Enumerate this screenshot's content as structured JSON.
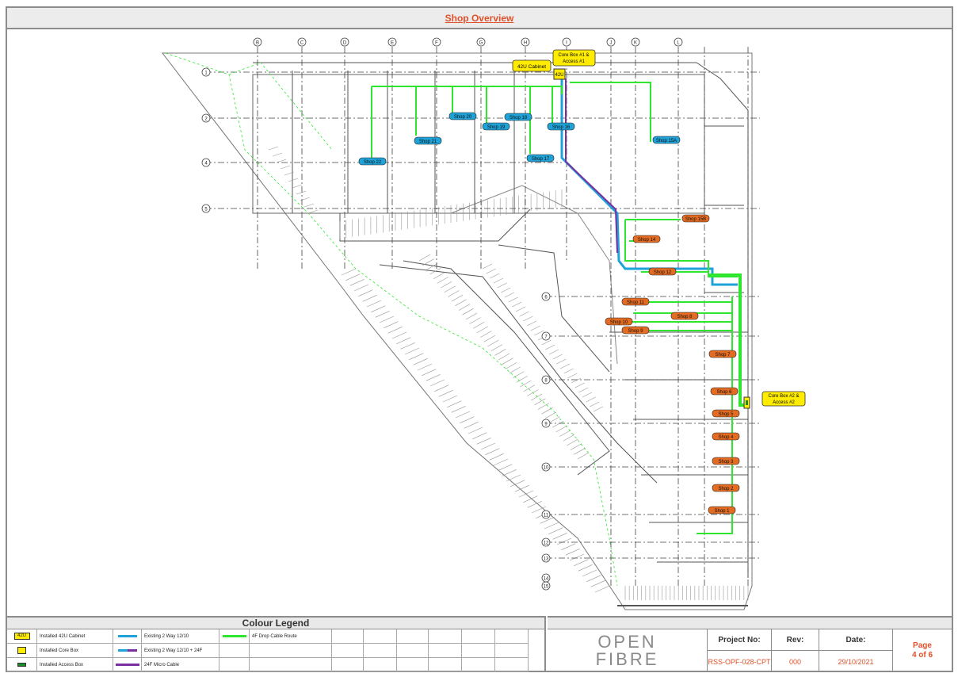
{
  "page": {
    "title": "Shop Overview"
  },
  "plan": {
    "cabinet_callout": "42U Cabinet",
    "cabinet_label": "42U",
    "core_box_1": [
      "Core Box #1 &",
      "Access #1"
    ],
    "core_box_2": [
      "Core Box #2 &",
      "Access #2"
    ],
    "grid_top": [
      "B",
      "C",
      "D",
      "E",
      "F",
      "G",
      "H",
      "I",
      "J",
      "K",
      "L"
    ],
    "grid_left": [
      "1",
      "2",
      "4",
      "5"
    ],
    "grid_right": [
      "6",
      "7",
      "8",
      "9",
      "10",
      "11",
      "12",
      "13",
      "14",
      "15"
    ],
    "blue_shops": [
      "Shop 22",
      "Shop 21",
      "Shop 20",
      "Shop 19",
      "Shop 18",
      "Shop 16",
      "Shop 17",
      "Shop 15A"
    ],
    "orange_shops": [
      "Shop 15B",
      "Shop 14",
      "Shop 12",
      "Shop 11",
      "Shop 8",
      "Shop 10",
      "Shop 9",
      "Shop 7",
      "Shop 6",
      "Shop 5",
      "Shop 4",
      "Shop 3",
      "Shop 2",
      "Shop 1"
    ],
    "colors": {
      "green": "#2ee62e",
      "blue": "#1fa2d8",
      "orange": "#e36b22",
      "purple": "#7a2fa0",
      "yellow": "#ffec00"
    }
  },
  "legend": {
    "title": "Colour Legend",
    "cabinet_swatch": "42U",
    "items": [
      "Installed 42U Cabinet",
      "Installed Core Box",
      "Installed Access Box"
    ],
    "cables": [
      "Existing 2 Way 12/10",
      "Existing 2 Way 12/10 + 24F",
      "24F Micro Cable"
    ],
    "routes": [
      "4F Drop Cable Route"
    ]
  },
  "footer": {
    "logo_top": "OPEN",
    "logo_bottom": "FIBRE",
    "project_label": "Project No:",
    "project_value": "RSS-OPF-028-CPT",
    "rev_label": "Rev:",
    "rev_value": "000",
    "date_label": "Date:",
    "date_value": "29/10/2021",
    "page_label": "Page",
    "page_value": "4 of 6"
  }
}
